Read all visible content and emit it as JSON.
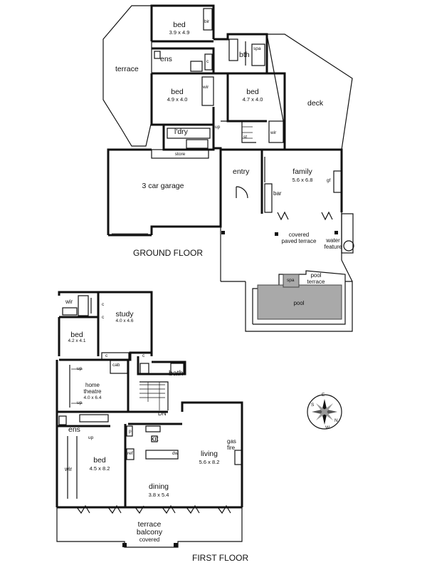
{
  "floors": {
    "ground": "GROUND FLOOR",
    "first": "FIRST FLOOR"
  },
  "ground_floor": {
    "bed1": {
      "name": "bed",
      "size": "3.9 x 4.9"
    },
    "bed2": {
      "name": "bed",
      "size": "4.9 x 4.0"
    },
    "bed3": {
      "name": "bed",
      "size": "4.7 x 4.0"
    },
    "bir": "bir",
    "ens": "ens",
    "bth": "bth",
    "spa_room": "spa",
    "wir1": "wir",
    "wir2": "wir",
    "terrace": "terrace",
    "deck": "deck",
    "laundry": "l'dry",
    "store": "store",
    "garage": "3 car garage",
    "entry": "entry",
    "family": {
      "name": "family",
      "size": "5.6 x 6.8"
    },
    "gf": "gf",
    "bar": "bar",
    "up": "up",
    "st": "st",
    "c": "c",
    "covered_terrace": [
      "covered",
      "paved terrace"
    ],
    "water_feature": [
      "water",
      "feature"
    ],
    "pool_terrace": [
      "pool",
      "terrace"
    ],
    "spa": "spa",
    "pool": "pool"
  },
  "first_floor": {
    "wir_top": "wir",
    "study": {
      "name": "study",
      "size": "4.0 x 4.6"
    },
    "bed_left": {
      "name": "bed",
      "size": "4.2 x 4.1"
    },
    "c": "c",
    "cab": "cab",
    "bath": "bath",
    "home_theatre": {
      "name": [
        "home",
        "theatre"
      ],
      "size": "4.0 x 6.4"
    },
    "up": "up",
    "dn": "DN",
    "ens": "ens",
    "p": "p",
    "kit": "kit",
    "ref": "ref",
    "dw": "dw",
    "gas_fire": [
      "gas",
      "fire"
    ],
    "living": {
      "name": "living",
      "size": "5.6 x 8.2"
    },
    "bed_main": {
      "name": "bed",
      "size": "4.5 x 8.2"
    },
    "wir": "wir",
    "dining": {
      "name": "dining",
      "size": "3.8 x 5.4"
    },
    "terrace_balcony": [
      "terrace",
      "balcony",
      "covered"
    ]
  },
  "compass": {
    "letters": [
      "S",
      "N",
      "E",
      "W"
    ]
  }
}
